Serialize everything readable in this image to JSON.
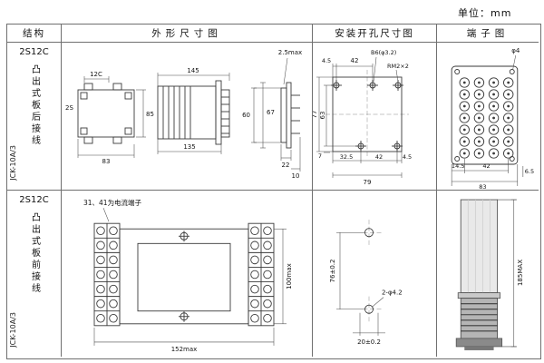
{
  "unit_label": "单位：mm",
  "table": {
    "headers": [
      "结构",
      "外形尺寸图",
      "安装开孔尺寸图",
      "端子图"
    ],
    "rows": [
      {
        "model": "2S12C",
        "mount_type": "凸出式板后接线",
        "code": "JCK-10A/3",
        "outline": {
          "w_tab": "12C",
          "side_label": "2S",
          "w_body": "83",
          "h_body": "85",
          "len_total": "145",
          "len_body": "135",
          "h_inner": "60",
          "h_outer": "67",
          "panel_thk": "2.5max",
          "d22": "22",
          "d10": "10"
        },
        "mounting": {
          "top_off": "4.5",
          "top_pitch": "42",
          "hole_note": "B6(φ3.2)",
          "thread_note": "RM2×2",
          "h_outer": "77",
          "h_pitch": "63",
          "bot_off": "7",
          "bot_seg1": "32.5",
          "bot_seg2": "42",
          "bot_seg3": "4.5",
          "bot_total": "79"
        },
        "terminal": {
          "hole": "φ4",
          "off": "14.5",
          "pitch": "42",
          "total": "83",
          "edge": "6.5"
        }
      },
      {
        "model": "2S12C",
        "mount_type": "凸出式板前接线",
        "code": "JCK-10A/3",
        "outline": {
          "note": "31、41为电流端子",
          "w_max": "152max",
          "h_max": "100max"
        },
        "mounting": {
          "v_pitch": "76±0.2",
          "holes": "2-φ4.2",
          "h_pitch": "20±0.2"
        },
        "terminal": {
          "h_max": "185MAX"
        }
      }
    ]
  }
}
